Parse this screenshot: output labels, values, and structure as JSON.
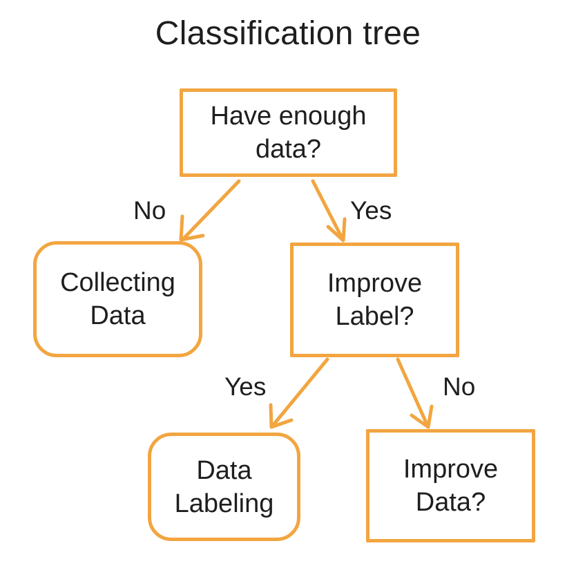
{
  "title": "Classification tree",
  "colors": {
    "accent": "#f2a540",
    "text": "#1e1e1e",
    "background": "#ffffff"
  },
  "nodes": {
    "root": {
      "line1": "Have enough",
      "line2": "data?"
    },
    "collecting": {
      "line1": "Collecting",
      "line2": "Data"
    },
    "improve_label": {
      "line1": "Improve",
      "line2": "Label?"
    },
    "data_labeling": {
      "line1": "Data",
      "line2": "Labeling"
    },
    "improve_data": {
      "line1": "Improve",
      "line2": "Data?"
    }
  },
  "edges": {
    "root_no": "No",
    "root_yes": "Yes",
    "label_yes": "Yes",
    "label_no": "No"
  }
}
